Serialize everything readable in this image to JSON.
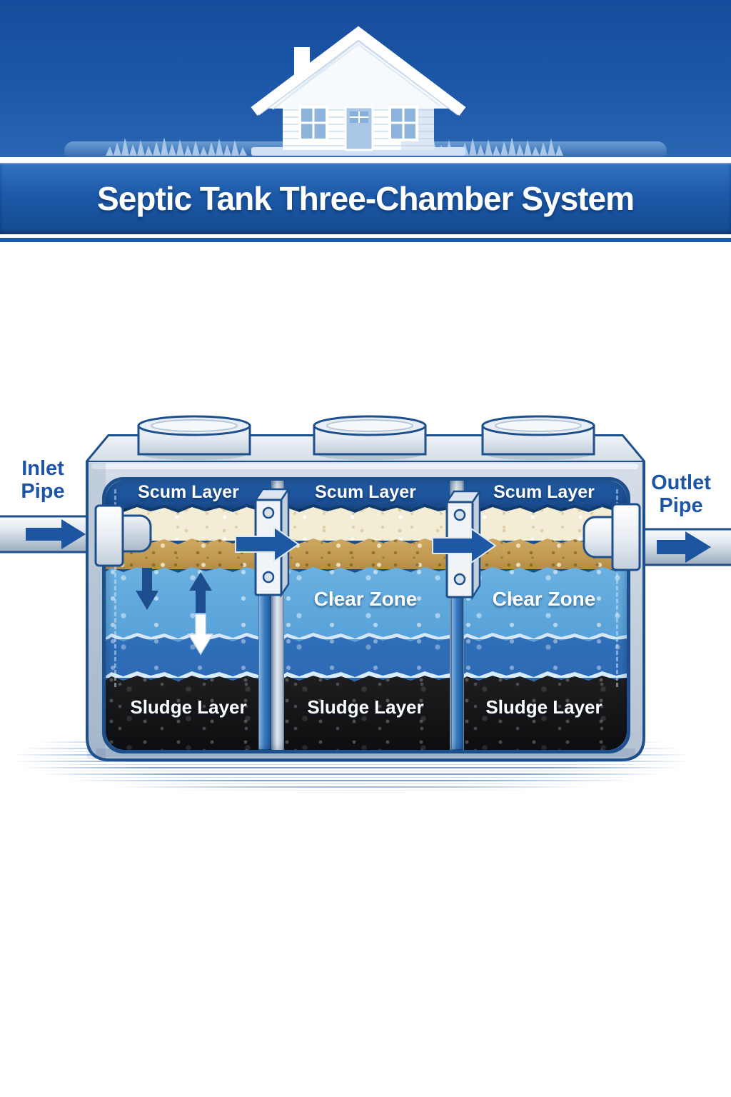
{
  "header": {
    "title": "Septic Tank Three-Chamber System"
  },
  "diagram": {
    "inlet_label": "Inlet Pipe",
    "outlet_label": "Outlet Pipe",
    "chambers": [
      {
        "scum_label": "Scum Layer",
        "sludge_label": "Sludge Layer"
      },
      {
        "scum_label": "Scum Layer",
        "clear_label": "Clear Zone",
        "sludge_label": "Sludge Layer"
      },
      {
        "scum_label": "Scum Layer",
        "clear_label": "Clear Zone",
        "sludge_label": "Sludge Layer"
      }
    ]
  },
  "colors": {
    "sky_blue": "#1d57a8",
    "band_blue": "#1c59a9",
    "label_blue": "#1b55a4",
    "arrow_blue": "#1c54a0",
    "outline_blue": "#1d4f8c",
    "scum_navy": "#1c529a",
    "scum_cream": "#f4edd6",
    "scum_tan": "#c39b52",
    "water_light": "#54a0d8",
    "water_mid": "#2a63ae",
    "sludge_black": "#151517"
  }
}
